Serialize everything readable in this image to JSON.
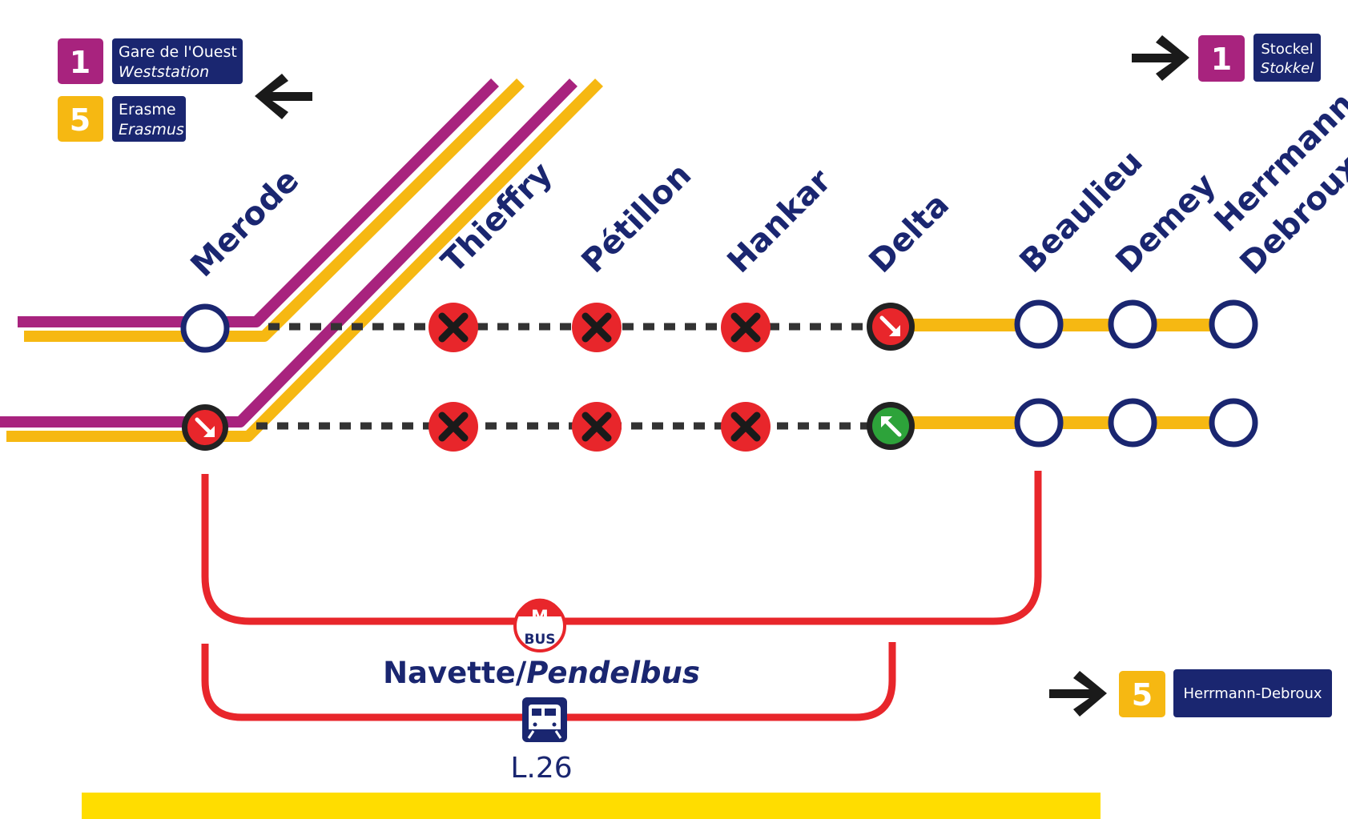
{
  "colors": {
    "line1": "#a8237e",
    "line5": "#f6b812",
    "navy": "#1a2670",
    "closed": "#e8262b",
    "bus": "#e8262b",
    "green": "#2da33a",
    "dark": "#222222",
    "bottom_band": "#ffdd00"
  },
  "top_left": {
    "line1": {
      "number": "1",
      "name_fr": "Gare de l'Ouest",
      "name_nl": "Weststation"
    },
    "line5": {
      "number": "5",
      "name_fr": "Erasme",
      "name_nl": "Erasmus"
    },
    "arrow": "arrow-left-icon"
  },
  "top_right": {
    "arrow": "arrow-right-icon",
    "line1": {
      "number": "1",
      "name_fr": "Stockel",
      "name_nl": "Stokkel"
    }
  },
  "bottom_right": {
    "arrow": "arrow-right-icon",
    "line5": {
      "number": "5",
      "name": "Herrmann-Debroux"
    }
  },
  "stations": [
    {
      "id": "merode",
      "label": "Merode",
      "upper": "open",
      "lower": "exit-arrow"
    },
    {
      "id": "thieffry",
      "label": "Thieffry",
      "upper": "closed",
      "lower": "closed"
    },
    {
      "id": "petillon",
      "label": "Pétillon",
      "upper": "closed",
      "lower": "closed"
    },
    {
      "id": "hankar",
      "label": "Hankar",
      "upper": "closed",
      "lower": "closed"
    },
    {
      "id": "delta",
      "label": "Delta",
      "upper": "exit-arrow",
      "lower": "entry-arrow"
    },
    {
      "id": "beaulieu",
      "label": "Beaulieu",
      "upper": "open",
      "lower": "open"
    },
    {
      "id": "demey",
      "label": "Demey",
      "upper": "open",
      "lower": "open"
    },
    {
      "id": "herrmann",
      "label_line1": "Herrmann-",
      "label_line2": "Debroux",
      "upper": "open",
      "lower": "open"
    }
  ],
  "shuttle": {
    "icon_top": "M",
    "icon_bottom": "BUS",
    "label_fr": "Navette/",
    "label_nl": "Pendelbus"
  },
  "train": {
    "icon": "train-icon",
    "label": "L.26"
  }
}
